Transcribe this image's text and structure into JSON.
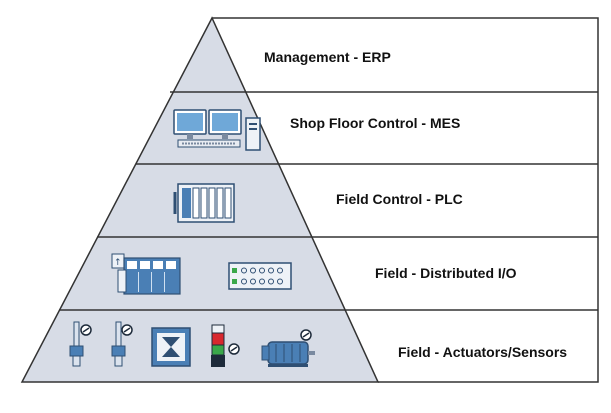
{
  "diagram": {
    "layers": [
      {
        "label": "Management - ERP",
        "icons": []
      },
      {
        "label": "Shop Floor Control - MES",
        "icons": [
          "workstation-icon"
        ]
      },
      {
        "label": "Field Control - PLC",
        "icons": [
          "plc-rack-icon"
        ]
      },
      {
        "label": "Field - Distributed I/O",
        "icons": [
          "io-module-rack-icon",
          "io-terminal-block-icon"
        ]
      },
      {
        "label": "Field - Actuators/Sensors",
        "icons": [
          "proximity-sensor-icon",
          "proximity-sensor-icon",
          "valve-actuator-icon",
          "signal-tower-icon",
          "electric-motor-icon"
        ]
      }
    ],
    "colors": {
      "pyramid_fill": "#d7dce6",
      "outline": "#333333",
      "device_blue": "#4a7fb5",
      "device_light": "#eef2f7",
      "tower_red": "#d8282e",
      "tower_green": "#3aa84a",
      "tower_dark": "#1d2a3a"
    }
  }
}
